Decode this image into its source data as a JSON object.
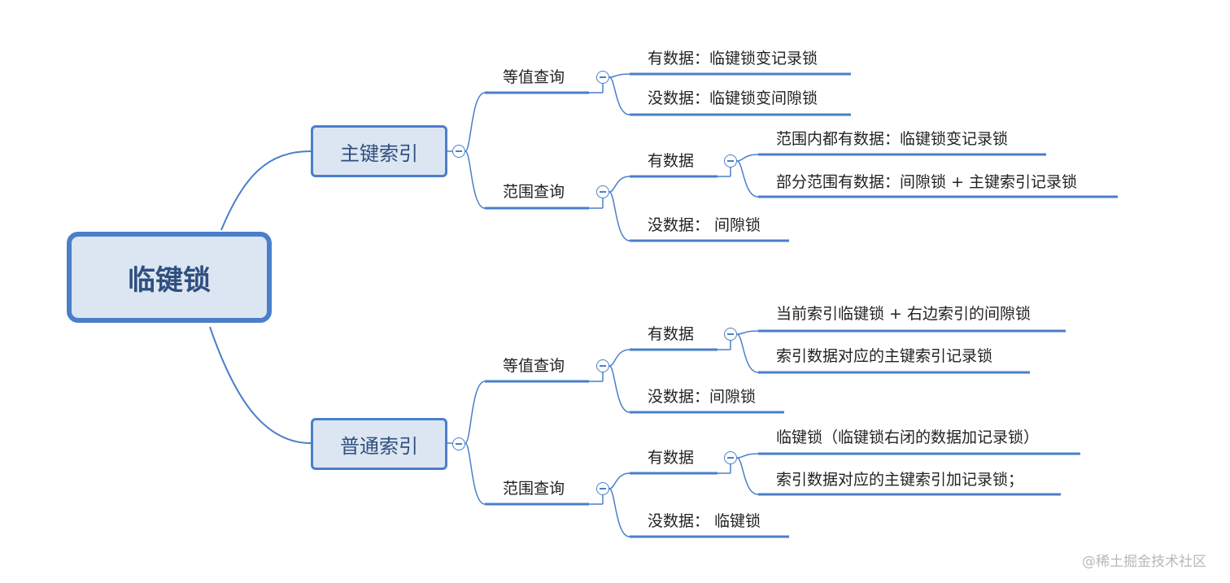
{
  "colors": {
    "line": "#4a7fc9",
    "node_fill": "#dce6f2",
    "node_text": "#2f4f7f"
  },
  "root": {
    "label": "临键锁"
  },
  "branches": [
    {
      "label": "主键索引",
      "children": [
        {
          "label": "等值查询",
          "children": [
            {
              "label": "有数据：临键锁变记录锁"
            },
            {
              "label": "没数据：临键锁变间隙锁"
            }
          ]
        },
        {
          "label": "范围查询",
          "children": [
            {
              "label": "有数据",
              "children": [
                {
                  "label": "范围内都有数据：临键锁变记录锁"
                },
                {
                  "label": "部分范围有数据：间隙锁 + 主键索引记录锁"
                }
              ]
            },
            {
              "label": "没数据： 间隙锁"
            }
          ]
        }
      ]
    },
    {
      "label": "普通索引",
      "children": [
        {
          "label": "等值查询",
          "children": [
            {
              "label": "有数据",
              "children": [
                {
                  "label": "当前索引临键锁 + 右边索引的间隙锁"
                },
                {
                  "label": "索引数据对应的主键索引记录锁"
                }
              ]
            },
            {
              "label": "没数据：间隙锁"
            }
          ]
        },
        {
          "label": "范围查询",
          "children": [
            {
              "label": "有数据",
              "children": [
                {
                  "label": "临键锁（临键锁右闭的数据加记录锁）"
                },
                {
                  "label": "索引数据对应的主键索引加记录锁；"
                }
              ]
            },
            {
              "label": "没数据： 临键锁"
            }
          ]
        }
      ]
    }
  ],
  "watermark": "@稀土掘金技术社区"
}
